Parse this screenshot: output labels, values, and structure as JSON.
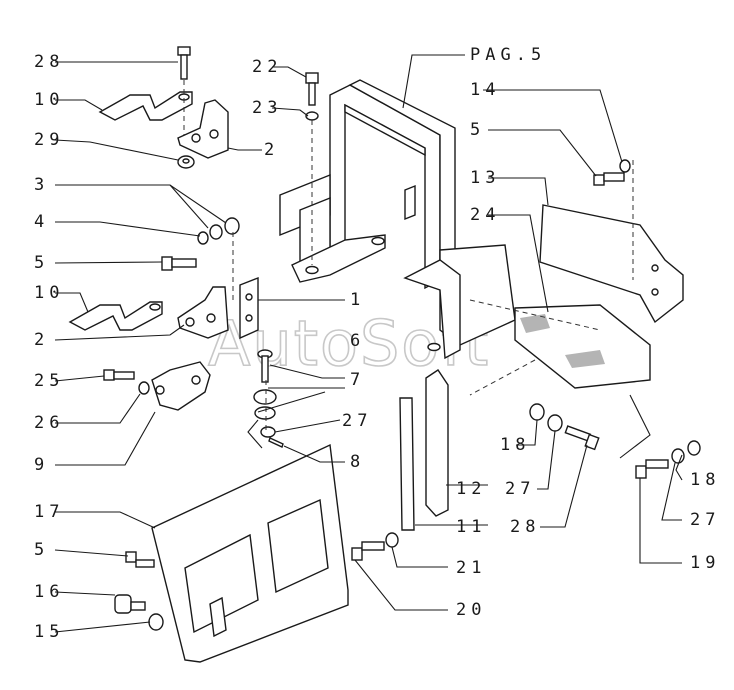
{
  "diagram": {
    "watermark": "AutoSoft",
    "reference": "PAG.5",
    "labels": {
      "l28": "28",
      "l10a": "10",
      "l29": "29",
      "l3": "3",
      "l4": "4",
      "l5a": "5",
      "l10b": "10",
      "l2b": "2",
      "l25": "25",
      "l26": "26",
      "l9": "9",
      "l17": "17",
      "l5b": "5",
      "l16": "16",
      "l15": "15",
      "l22": "22",
      "l23": "23",
      "l2a": "2",
      "l1": "1",
      "l6": "6",
      "l7": "7",
      "l27a": "27",
      "l8": "8",
      "l14": "14",
      "l5c": "5",
      "l13": "13",
      "l24": "24",
      "l18a": "18",
      "l27b": "27",
      "l12": "12",
      "l11": "11",
      "l21": "21",
      "l20": "20",
      "l18b": "18",
      "l27c": "27",
      "l19": "19"
    }
  }
}
